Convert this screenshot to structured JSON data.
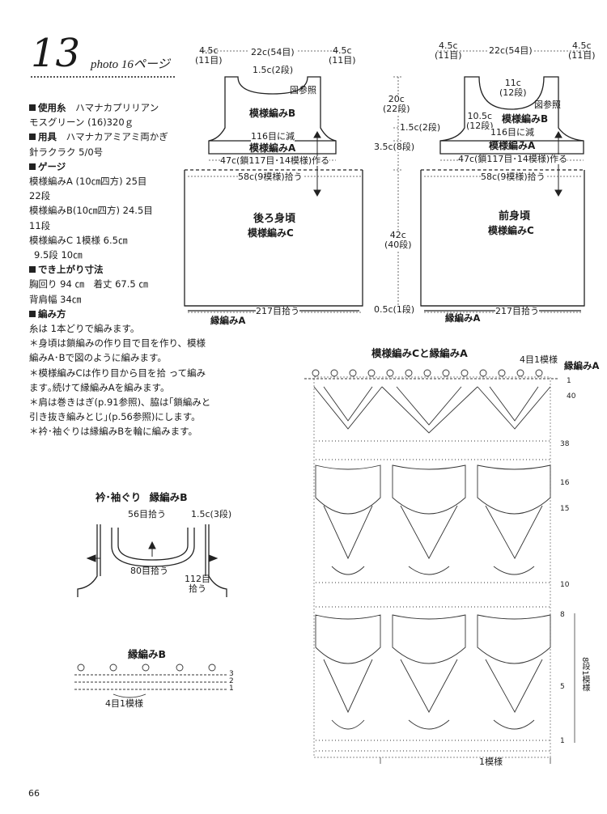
{
  "header": {
    "pattern_number": "13",
    "photo_ref": "photo 16ページ"
  },
  "info": {
    "yarn_heading": "使用糸",
    "yarn_line1": "ハマナカプリリアン",
    "yarn_line2": "モスグリーン (16)320ｇ",
    "tools_heading": "用具",
    "tools_line1": "ハマナカアミアミ両かぎ",
    "tools_line2": "針ラクラク 5/0号",
    "gauge_heading": "ゲージ",
    "gauge_line1": "模様編みA (10㎝四方) 25目",
    "gauge_line2": "22段",
    "gauge_line3": "模様編みB(10㎝四方) 24.5目",
    "gauge_line4": "11段",
    "gauge_line5": "模様編みC 1模様 6.5㎝",
    "gauge_line6": "9.5段 10㎝",
    "size_heading": "でき上がり寸法",
    "size_line1": "胸回り 94 ㎝　着丈 67.5 ㎝",
    "size_line2": "背肩幅 34㎝",
    "method_heading": "編み方",
    "method_line1": "糸は 1本どりで編みます。",
    "method_line2": "＊身頃は鎖編みの作り目で目を作り、模様",
    "method_line3": "編みA･Bで図のように編みます。",
    "method_line4": "＊模様編みCは作り目から目を拾 って編み",
    "method_line5": "ます｡続けて縁編みAを編みます。",
    "method_line6": "＊肩は巻きはぎ(p.91参照)、脇は｢鎖編みと",
    "method_line7": "引き抜き編みとじ｣(p.56参照)にします。",
    "method_line8": "＊衿･袖ぐりは縁編みBを輪に編みます。"
  },
  "back": {
    "shoulder_left": "4.5c",
    "shoulder_left_st": "(11目)",
    "neck_width": "22c(54目)",
    "shoulder_right": "4.5c",
    "shoulder_right_st": "(11目)",
    "neck_depth": "1.5c(2段)",
    "see_diagram": "図参照",
    "pattern_b": "模様編みB",
    "decrease": "116目に減",
    "pattern_a": "模様編みA",
    "chain": "47c(鎖117目･14模様)作る",
    "pickup": "58c(9模様)拾う",
    "name": "後ろ身頃",
    "pattern_c": "模様編みC",
    "edge_pickup": "217目拾う",
    "edge": "縁編みA"
  },
  "middle": {
    "upper": "20c",
    "upper_rows": "(22段)",
    "b_height": "1.5c(2段)",
    "a_height": "3.5c(8段)",
    "body": "42c",
    "body_rows": "(40段)",
    "edge": "0.5c(1段)"
  },
  "front": {
    "shoulder_left": "4.5c",
    "shoulder_left_st": "(11目)",
    "neck_width": "22c(54目)",
    "shoulder_right": "4.5c",
    "shoulder_right_st": "(11目)",
    "neck_c": "11c",
    "neck_c_rows": "(12段)",
    "see_diagram": "図参照",
    "neck_side": "10.5c",
    "neck_side_rows": "(12段)",
    "pattern_b": "模様編みB",
    "decrease": "116目に減",
    "pattern_a": "模様編みA",
    "chain": "47c(鎖117目･14模様)作る",
    "pickup": "58c(9模様)拾う",
    "name": "前身頃",
    "pattern_c": "模様編みC",
    "edge_pickup": "217目拾う",
    "edge": "縁編みA"
  },
  "collar": {
    "title_a": "衿･袖ぐり",
    "title_b": "縁編みB",
    "neck_pickup": "56目拾う",
    "depth": "1.5c(3段)",
    "front_pickup": "80目拾う",
    "arm_pickup": "112目",
    "arm_pickup2": "拾う"
  },
  "edge_b": {
    "title": "縁編みB",
    "row3": "3",
    "row2": "2",
    "row1": "1",
    "repeat": "4目1模様"
  },
  "chart": {
    "title": "模様編みCと縁編みA",
    "repeat_label": "4目1模様",
    "edge_label": "縁編みA",
    "r1": "1",
    "r40": "40",
    "r38": "38",
    "r16": "16",
    "r15": "15",
    "r10": "10",
    "r8": "8",
    "r5": "5",
    "r1b": "1",
    "side_label": "8段1模様",
    "bottom_label": "1模様"
  },
  "page_number": "66"
}
